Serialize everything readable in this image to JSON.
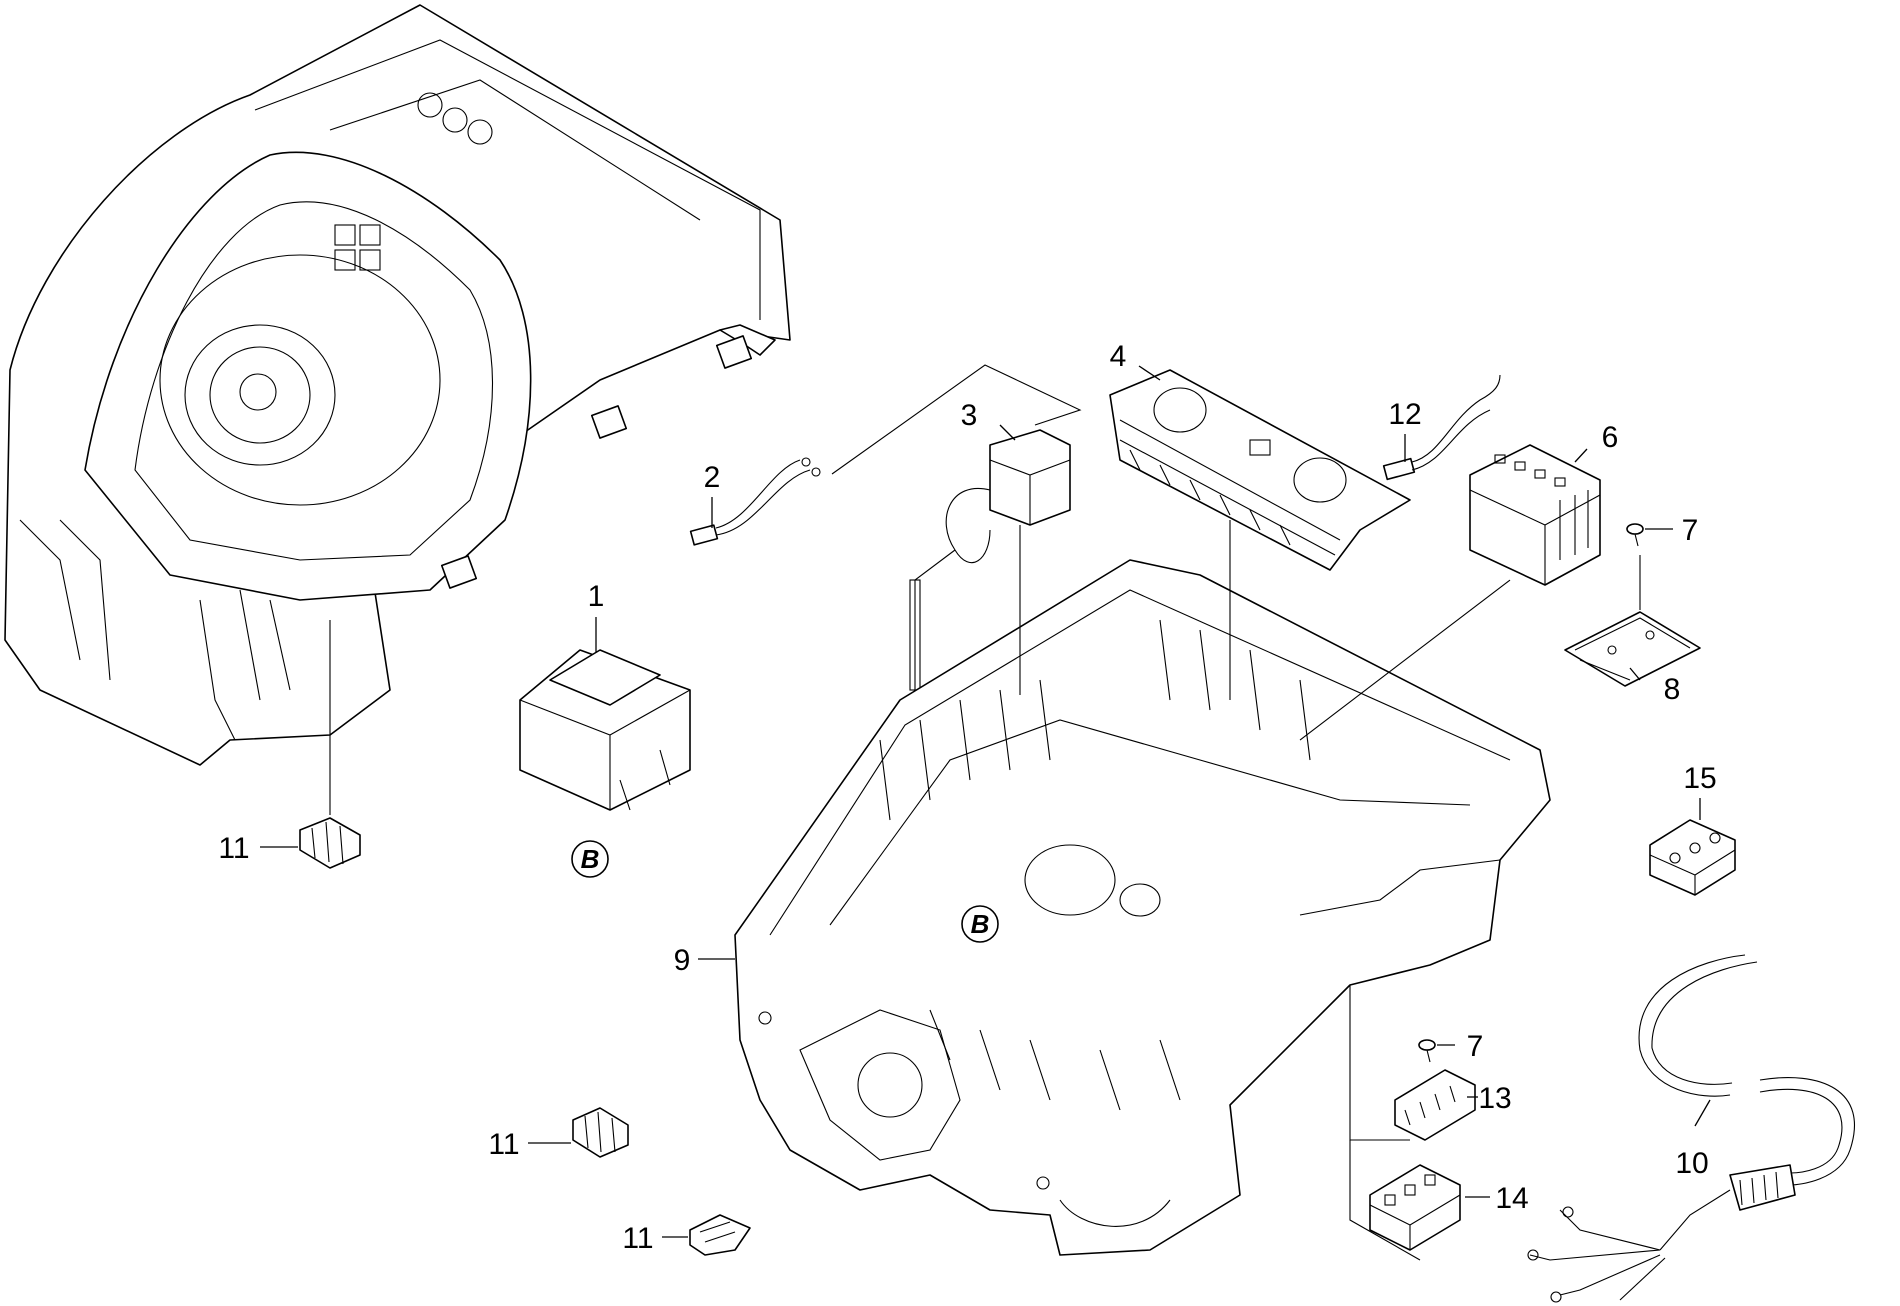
{
  "callouts": {
    "c1": "1",
    "c2": "2",
    "c3": "3",
    "c4": "4",
    "c6": "6",
    "c7a": "7",
    "c7b": "7",
    "c8": "8",
    "c9": "9",
    "c10": "10",
    "c11a": "11",
    "c11b": "11",
    "c11c": "11",
    "c12": "12",
    "c13": "13",
    "c14": "14",
    "c15": "15"
  },
  "markers": {
    "b1": "B",
    "b2": "B"
  }
}
